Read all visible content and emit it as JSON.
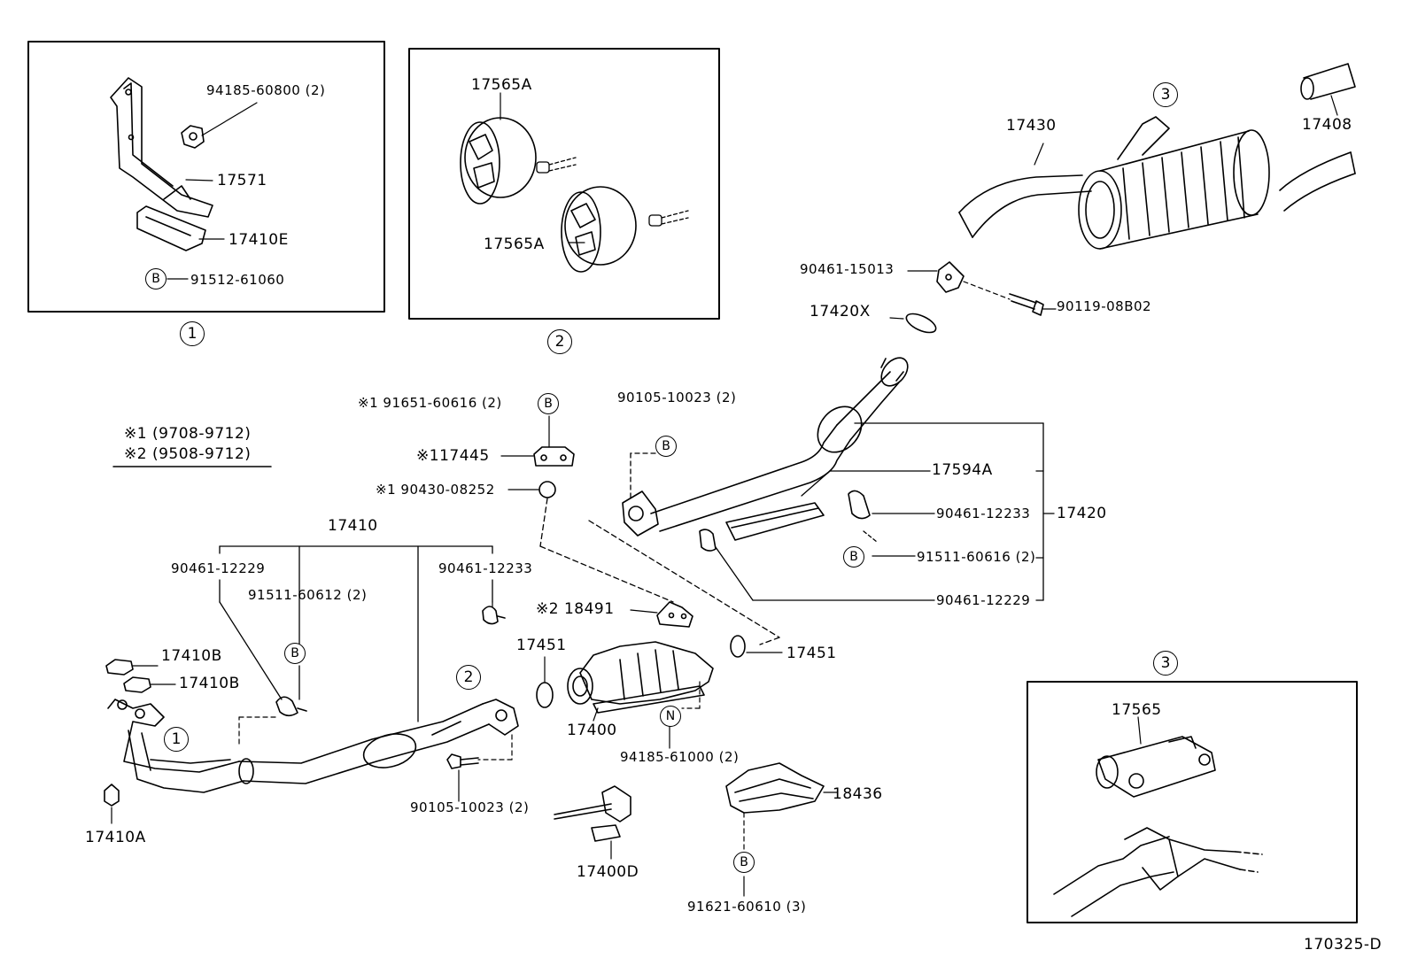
{
  "diagram_id": "170325-D",
  "notes": [
    {
      "mark": "※1",
      "range": "(9708-9712)"
    },
    {
      "mark": "※2",
      "range": "(9508-9712)"
    }
  ],
  "callout_marks": {
    "b": "B",
    "n": "N",
    "one": "1",
    "two": "2",
    "three": "3"
  },
  "box1": {
    "nut": "94185-60800 (2)",
    "bracket": "17571",
    "plate": "17410E",
    "bolt": "91512-61060",
    "caption": "1"
  },
  "box2": {
    "upper_mount": "17565A",
    "lower_mount": "17565A",
    "caption": "2"
  },
  "box3": {
    "heading": "3",
    "hanger": "17565"
  },
  "rear": {
    "muffler_ref": "3",
    "tail_pipe": "17430",
    "tail_tip": "17408",
    "bracket_bolt": "90461-15013",
    "bolt": "90119-08B02",
    "gasket": "17420X"
  },
  "center": {
    "stud_bolt": "90105-10023 (2)",
    "heat_insulator": "17594A",
    "clamp_a": "90461-12233",
    "center_pipe": "17420",
    "bolt_b": "91511-60616 (2)",
    "clamp_b": "90461-12229"
  },
  "upper_parts": {
    "bolt_note": "※1",
    "bolt": "91651-60616 (2)",
    "plate_note": "※1",
    "plate": "17445",
    "nut_note": "※1",
    "nut": "90430-08252"
  },
  "front": {
    "exhaust_pipe": "17410",
    "clamp_left": "90461-12229",
    "bolt_mid": "91511-60612 (2)",
    "clamp_right": "90461-12233",
    "gasket_a": "17410B",
    "gasket_b": "17410B",
    "manifold_ref": "1",
    "mount_ref": "2",
    "stud_bolt": "90105-10023 (2)",
    "nut": "17410A"
  },
  "converter": {
    "bracket_note": "※2",
    "bracket": "18491",
    "gasket_left": "17451",
    "gasket_right": "17451",
    "converter": "17400",
    "nut": "94185-61000 (2)",
    "support": "17400D",
    "insulator": "18436",
    "bolt": "91621-60610 (3)"
  }
}
